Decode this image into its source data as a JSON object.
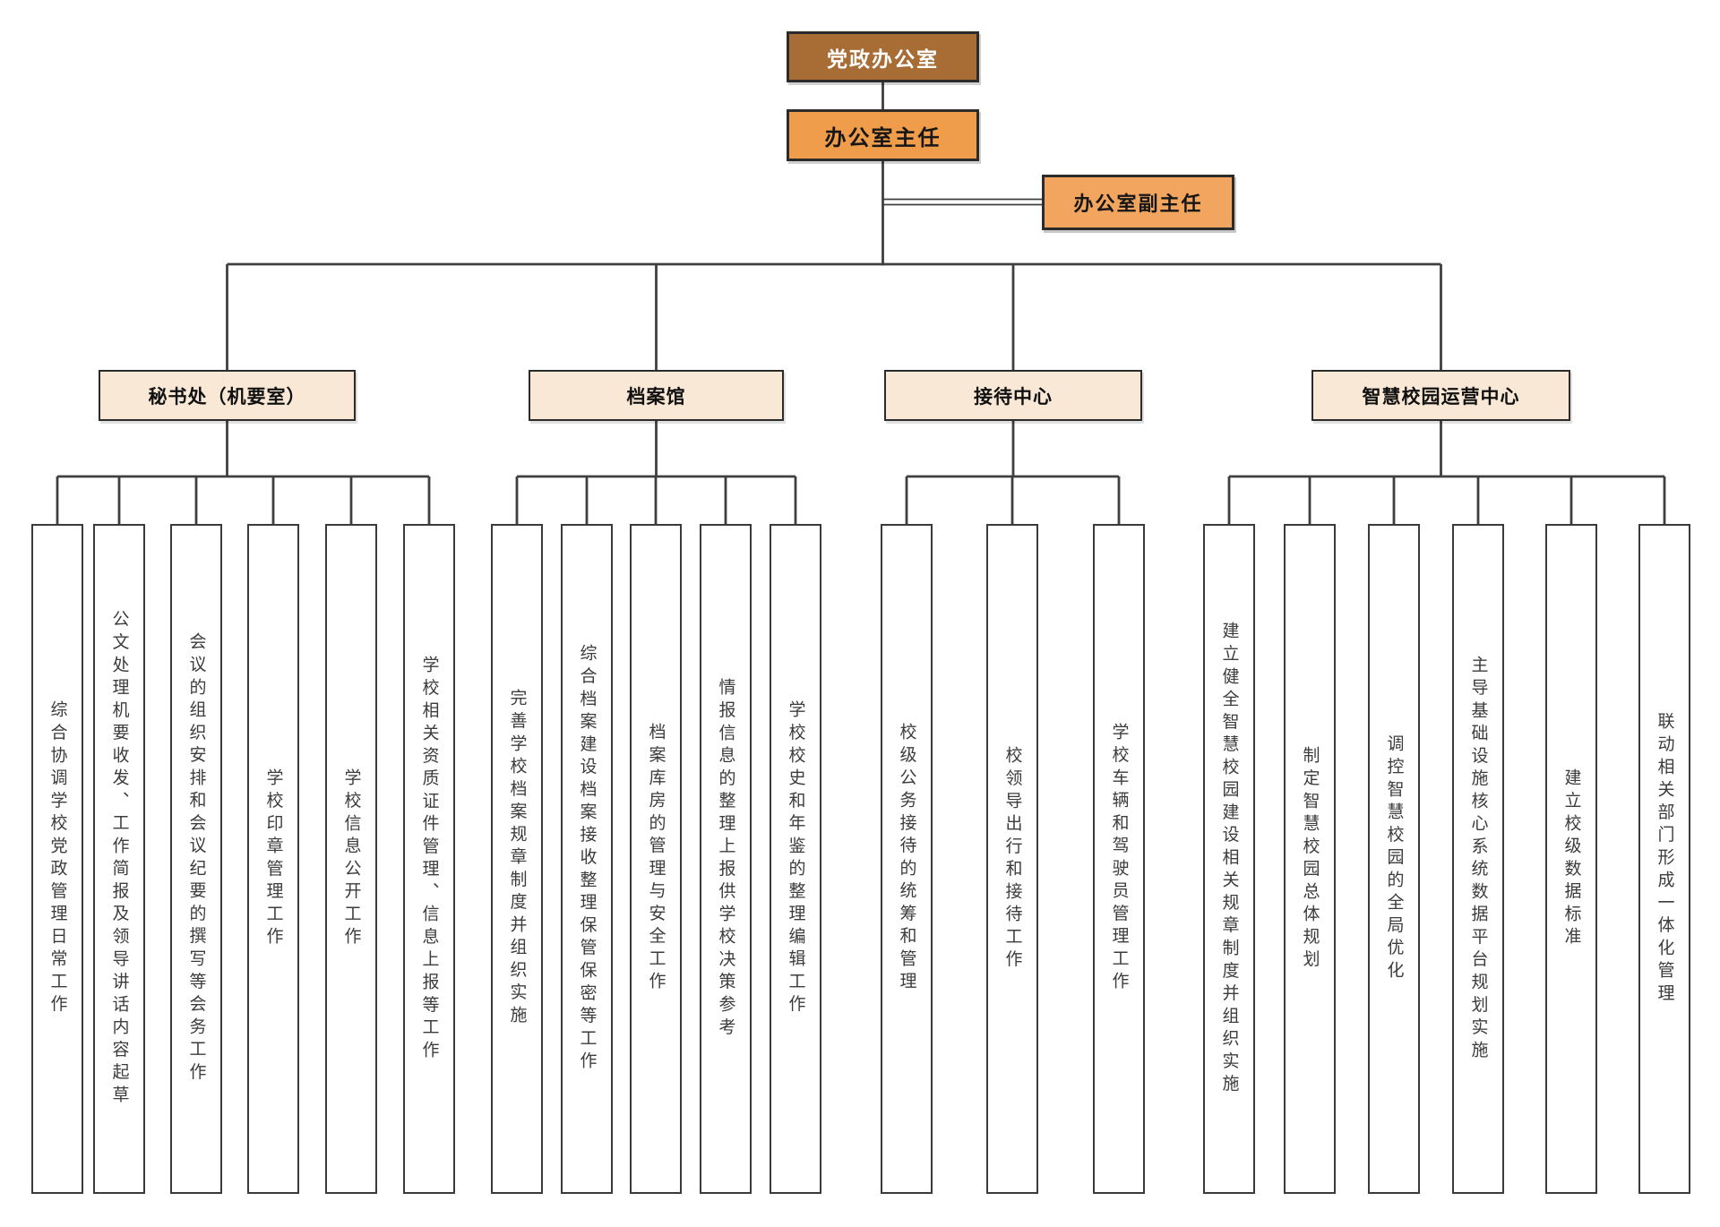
{
  "org": {
    "root": {
      "label": "党政办公室"
    },
    "director": {
      "label": "办公室主任"
    },
    "deputy": {
      "label": "办公室副主任"
    },
    "departments": [
      {
        "label": "秘书处（机要室）",
        "tasks": [
          "综合协调学校党政管理日常工作",
          "公文处理机要收发、工作简报及领导讲话内容起草",
          "会议的组织安排和会议纪要的撰写等会务工作",
          "学校印章管理工作",
          "学校信息公开工作",
          "学校相关资质证件管理、信息上报等工作"
        ]
      },
      {
        "label": "档案馆",
        "tasks": [
          "完善学校档案规章制度并组织实施",
          "综合档案建设档案接收整理保管保密等工作",
          "档案库房的管理与安全工作",
          "情报信息的整理上报供学校决策参考",
          "学校校史和年鉴的整理编辑工作"
        ]
      },
      {
        "label": "接待中心",
        "tasks": [
          "校级公务接待的统筹和管理",
          "校领导出行和接待工作",
          "学校车辆和驾驶员管理工作"
        ]
      },
      {
        "label": "智慧校园运营中心",
        "tasks": [
          "建立健全智慧校园建设相关规章制度并组织实施",
          "制定智慧校园总体规划",
          "调控智慧校园的全局优化",
          "主导基础设施核心系统数据平台规划实施",
          "建立校级数据标准",
          "联动相关部门形成一体化管理"
        ]
      }
    ]
  },
  "colors": {
    "root_bg": "#A86C35",
    "root_text": "#FFFFFF",
    "director_bg": "#EF9C4B",
    "deputy_bg": "#F1A55F",
    "dept_bg": "#F9E8D5",
    "task_bg": "#FFFFFF",
    "border_dark": "#2B2B2B",
    "line": "#3F3F3F",
    "task_text": "#3C3C3C"
  }
}
